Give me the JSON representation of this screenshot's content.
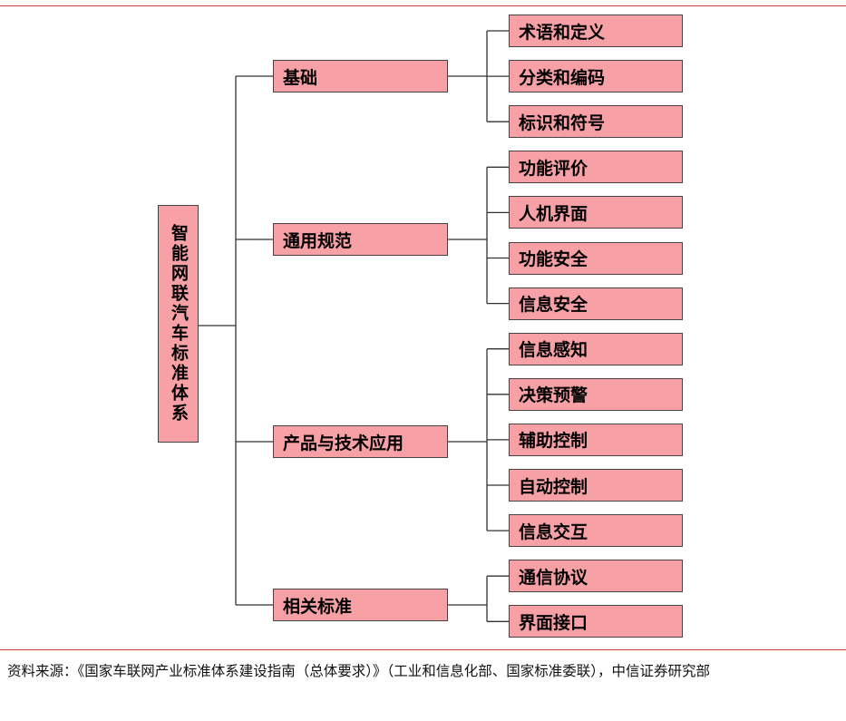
{
  "root": "智能网联汽车标准体系",
  "categories": [
    {
      "label": "基础",
      "children": [
        "术语和定义",
        "分类和编码",
        "标识和符号"
      ]
    },
    {
      "label": "通用规范",
      "children": [
        "功能评价",
        "人机界面",
        "功能安全",
        "信息安全"
      ]
    },
    {
      "label": "产品与技术应用",
      "children": [
        "信息感知",
        "决策预警",
        "辅助控制",
        "自动控制",
        "信息交互"
      ]
    },
    {
      "label": "相关标准",
      "children": [
        "通信协议",
        "界面接口"
      ]
    }
  ],
  "source": "资料来源：《国家车联网产业标准体系建设指南（总体要求）》（工业和信息化部、国家标准委联），中信证券研究部"
}
